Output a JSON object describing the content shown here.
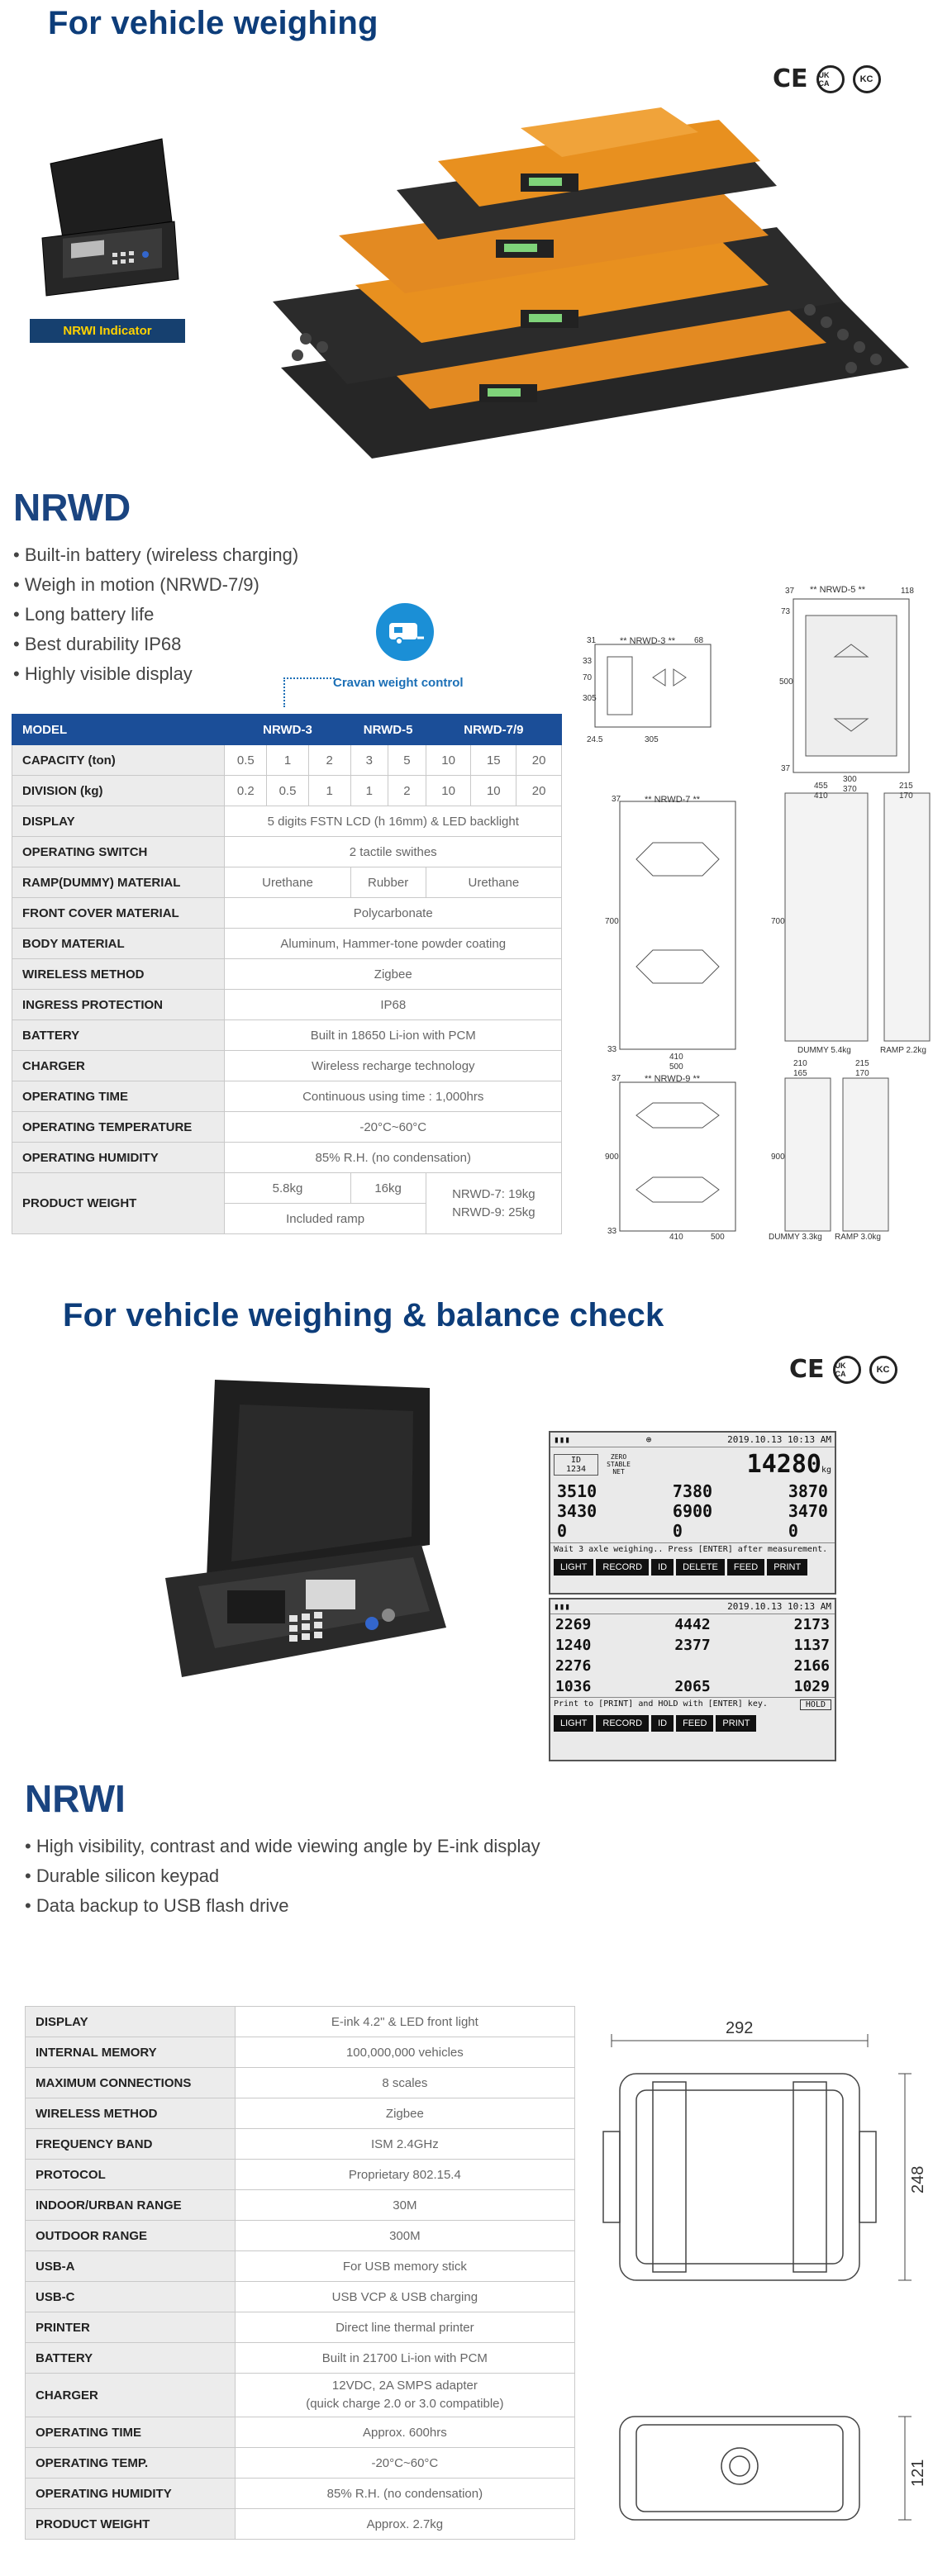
{
  "section1": {
    "title": "For vehicle weighing",
    "certs": [
      "CE",
      "UK CA",
      "KC"
    ],
    "indicator_tag": "NRWI Indicator"
  },
  "nrwd": {
    "title": "NRWD",
    "bullets": [
      "Built-in battery (wireless charging)",
      "Weigh in motion (NRWD-7/9)",
      "Long battery life",
      "Best durability IP68",
      "Highly visible display"
    ],
    "caravan_label": "Cravan weight control",
    "table": {
      "header": [
        "MODEL",
        "NRWD-3",
        "NRWD-5",
        "NRWD-7/9"
      ],
      "capacity": {
        "label": "CAPACITY (ton)",
        "values": [
          "0.5",
          "1",
          "2",
          "3",
          "5",
          "10",
          "15",
          "20"
        ]
      },
      "division": {
        "label": "DIVISION (kg)",
        "values": [
          "0.2",
          "0.5",
          "1",
          "1",
          "2",
          "10",
          "10",
          "20"
        ]
      },
      "rows": [
        {
          "label": "DISPLAY",
          "value": "5 digits FSTN LCD (h 16mm) & LED backlight"
        },
        {
          "label": "OPERATING SWITCH",
          "value": "2 tactile swithes"
        }
      ],
      "ramp": {
        "label": "RAMP(DUMMY) MATERIAL",
        "values": [
          "Urethane",
          "Rubber",
          "Urethane"
        ]
      },
      "rows2": [
        {
          "label": "FRONT COVER MATERIAL",
          "value": "Polycarbonate"
        },
        {
          "label": "BODY MATERIAL",
          "value": "Aluminum, Hammer-tone powder coating"
        },
        {
          "label": "WIRELESS METHOD",
          "value": "Zigbee"
        },
        {
          "label": "INGRESS PROTECTION",
          "value": "IP68"
        },
        {
          "label": "BATTERY",
          "value": "Built in 18650 Li-ion with PCM"
        },
        {
          "label": "CHARGER",
          "value": "Wireless recharge technology"
        },
        {
          "label": "OPERATING TIME",
          "value": "Continuous using time : 1,000hrs"
        },
        {
          "label": "OPERATING TEMPERATURE",
          "value": "-20°C~60°C"
        },
        {
          "label": "OPERATING HUMIDITY",
          "value": "85% R.H. (no condensation)"
        }
      ],
      "weight": {
        "label": "PRODUCT WEIGHT",
        "nrwd3": "5.8kg",
        "nrwd5": "16kg",
        "nrwd7": "NRWD-7: 19kg",
        "nrwd9": "NRWD-9: 25kg",
        "ramp_note": "Included ramp"
      }
    },
    "drawings": {
      "d3_title": "** NRWD-3 **",
      "d5_title": "** NRWD-5 **",
      "d7_title": "** NRWD-7 **",
      "d9_title": "** NRWD-9 **",
      "d3_dims": [
        "31",
        "68",
        "33",
        "70",
        "305",
        "24.5",
        "305"
      ],
      "d5_dims": [
        "37",
        "118",
        "73",
        "500",
        "37",
        "300",
        "370"
      ],
      "d7_dims": [
        "37",
        "455",
        "410",
        "215",
        "170",
        "700",
        "700",
        "33",
        "410",
        "500"
      ],
      "d7_labels": [
        "DUMMY 5.4kg",
        "RAMP 2.2kg"
      ],
      "d9_dims": [
        "37",
        "210",
        "165",
        "215",
        "170",
        "900",
        "900",
        "33",
        "410",
        "500"
      ],
      "d9_labels": [
        "DUMMY 3.3kg",
        "RAMP 3.0kg"
      ]
    }
  },
  "section2": {
    "title": "For vehicle weighing & balance check",
    "certs": [
      "CE",
      "UK CA",
      "KC"
    ]
  },
  "screen1": {
    "datetime": "2019.10.13 10:13 AM",
    "id_label": "ID",
    "id_value": "1234",
    "zero": "ZERO",
    "stable": "STABLE",
    "net": "NET",
    "total": "14280",
    "unit": "kg",
    "left": [
      "3510",
      "3430",
      "0"
    ],
    "mid": [
      "7380",
      "6900",
      "0"
    ],
    "right": [
      "3870",
      "3470",
      "0"
    ],
    "msg": "Wait 3 axle weighing.. Press [ENTER] after measurement.",
    "buttons": [
      "LIGHT",
      "RECORD",
      "ID",
      "DELETE",
      "FEED",
      "PRINT"
    ]
  },
  "screen2": {
    "datetime": "2019.10.13 10:13 AM",
    "lf_rr": "2269",
    "total": "4442",
    "rf_lr": "2173",
    "left_front": "1240",
    "front": "2377",
    "right_front": "1137",
    "lr_sum": "2276",
    "rl_sum": "2166",
    "left_rear": "1036",
    "rear": "2065",
    "right_rear": "1029",
    "msg": "Print to [PRINT] and HOLD with [ENTER] key.",
    "hold": "HOLD",
    "buttons": [
      "LIGHT",
      "RECORD",
      "ID",
      "FEED",
      "PRINT"
    ]
  },
  "nrwi": {
    "title": "NRWI",
    "bullets": [
      "High visibility, contrast and wide viewing angle by E-ink display",
      "Durable silicon keypad",
      "Data backup to USB flash drive"
    ],
    "table": [
      {
        "label": "DISPLAY",
        "value": "E-ink 4.2\" & LED front light"
      },
      {
        "label": "INTERNAL MEMORY",
        "value": "100,000,000 vehicles"
      },
      {
        "label": "MAXIMUM CONNECTIONS",
        "value": "8 scales"
      },
      {
        "label": "WIRELESS METHOD",
        "value": "Zigbee"
      },
      {
        "label": "FREQUENCY BAND",
        "value": "ISM 2.4GHz"
      },
      {
        "label": "PROTOCOL",
        "value": "Proprietary 802.15.4"
      },
      {
        "label": "INDOOR/URBAN RANGE",
        "value": "30M"
      },
      {
        "label": "OUTDOOR RANGE",
        "value": "300M"
      },
      {
        "label": "USB-A",
        "value": "For USB memory stick"
      },
      {
        "label": "USB-C",
        "value": "USB VCP & USB charging"
      },
      {
        "label": "PRINTER",
        "value": "Direct line thermal printer"
      },
      {
        "label": "BATTERY",
        "value": "Built in 21700 Li-ion with PCM"
      },
      {
        "label": "CHARGER",
        "value": "12VDC, 2A SMPS adapter",
        "value2": "(quick charge 2.0 or 3.0 compatible)"
      },
      {
        "label": "OPERATING TIME",
        "value": "Approx. 600hrs"
      },
      {
        "label": "OPERATING TEMP.",
        "value": "-20°C~60°C"
      },
      {
        "label": "OPERATING HUMIDITY",
        "value": "85% R.H. (no condensation)"
      },
      {
        "label": "PRODUCT WEIGHT",
        "value": "Approx. 2.7kg"
      }
    ],
    "dims": {
      "width": "292",
      "depth": "248",
      "height": "121"
    }
  }
}
